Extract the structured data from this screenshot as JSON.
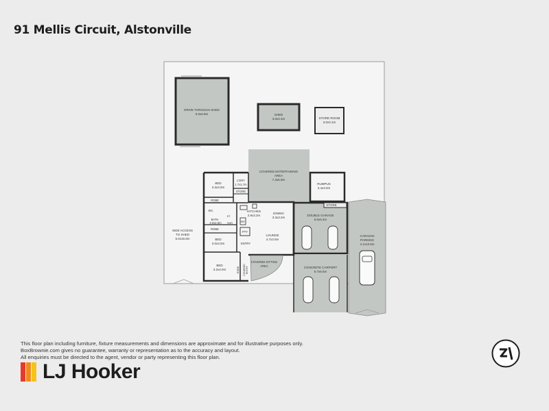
{
  "title": "91 Mellis Circuit, Alstonville",
  "rooms": {
    "drive_through_shed": [
      "DRIVE THROUGH SHED",
      "6.0x6.9m"
    ],
    "shed": [
      "SHED",
      "3.0x4.4m"
    ],
    "store_room": [
      "STORE ROOM",
      "3.0x3.1m"
    ],
    "covered_entertaining": [
      "COVERED ENTERTAINING",
      "AREA",
      "7.3x6.9m"
    ],
    "bed1": [
      "BED",
      "3.3x3.0m"
    ],
    "ldry": [
      "L'DRY",
      "1.7x1.7m"
    ],
    "store1": "STORE",
    "robe1": "ROBE",
    "wc": "WC",
    "bath": [
      "BATH",
      "2.0x2.0m"
    ],
    "st": "ST",
    "shr": "SHR",
    "robe2": "ROBE",
    "bed2": [
      "BED",
      "3.0x3.0m"
    ],
    "bed3": [
      "BED",
      "3.2x4.0m"
    ],
    "robe3": "ROBE",
    "covered_entry": [
      "COVERED",
      "ENTRY"
    ],
    "kitchen": [
      "KITCHEN",
      "2.8x3.2m"
    ],
    "dining": [
      "DINING",
      "3.3x3.2m"
    ],
    "lounge": [
      "LOUNGE",
      "4.7x3.0m"
    ],
    "pty": "PTY",
    "ref": "REF",
    "entry": "ENTRY",
    "covered_sitting": [
      "COVERED SITTING",
      "AREA"
    ],
    "rumpus": [
      "RUMPUS",
      "3.4x3.0m"
    ],
    "store2": "STORE",
    "double_garage": [
      "DOUBLE GARAGE",
      "6.0x6.4m"
    ],
    "concrete_carport": [
      "CONCRETE CARPORT",
      "6.7x6.6m"
    ],
    "caravan_parking": [
      "CARAVAN",
      "PARKING",
      "4.1x13.5m"
    ],
    "side_access": [
      "SIDE ACCESS",
      "TO SHED",
      "5.0x15.8m"
    ]
  },
  "disclaimer": [
    "This floor plan including furniture, fixture measurements and dimensions are approximate and for illustrative purposes only.",
    "BoxBrownie.com gives no guarantee, warranty or representation as to the accuracy and layout.",
    "All enquiries must be directed to the agent, vendor or party representing this floor plan."
  ],
  "brand": {
    "name": "LJ Hooker",
    "colors": [
      "#e63a2e",
      "#f28a1a",
      "#f6c21b"
    ]
  },
  "icons": {
    "brandmark": "boxbrownie-logo-icon"
  }
}
